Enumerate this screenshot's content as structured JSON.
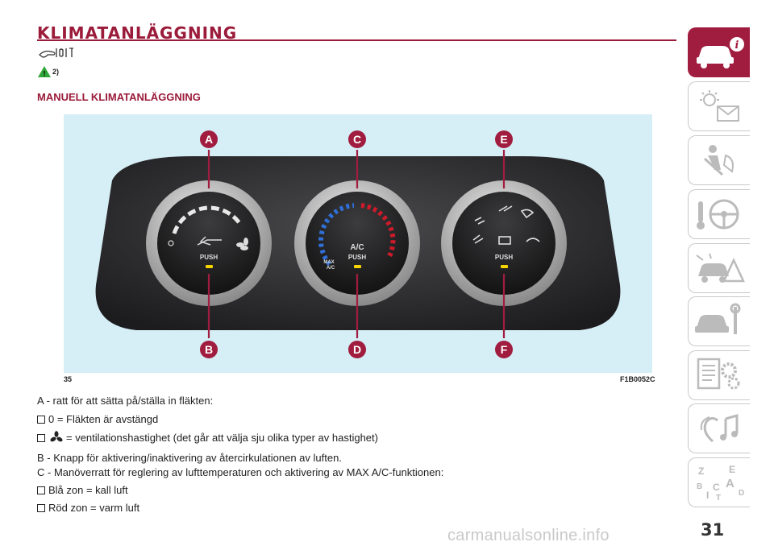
{
  "header": {
    "title": "KLIMATANLÄGGNING",
    "note_ref": "2)"
  },
  "section": {
    "subtitle": "MANUELL KLIMATANLÄGGNING"
  },
  "figure": {
    "number": "35",
    "code": "F1B0052C",
    "knob_a_label": "PUSH",
    "knob_c_label": "A/C",
    "knob_c_push": "PUSH",
    "knob_c_max_line1": "MAX",
    "knob_c_max_line2": "A/C",
    "knob_e_label": "PUSH",
    "callouts": [
      "A",
      "C",
      "E",
      "B",
      "D",
      "F"
    ]
  },
  "descriptions": {
    "line1": "A - ratt för att sätta på/ställa in fläkten:",
    "bullet1": "0 = Fläkten är avstängd",
    "bullet2": "= ventilationshastighet (det går att välja sju olika typer av hastighet)",
    "line2": "B - Knapp för aktivering/inaktivering av återcirkulationen av luften.",
    "line3": "C - Manöverratt för reglering av lufttemperaturen och aktivering av MAX A/C-funktionen:",
    "bullet3": "Blå zon = kall luft",
    "bullet4": "Röd zon = varm luft"
  },
  "sidebar": {
    "tabs": [
      {
        "icon": "car-info-icon",
        "active": true
      },
      {
        "icon": "warning-lights-icon",
        "active": false
      },
      {
        "icon": "seat-safety-icon",
        "active": false
      },
      {
        "icon": "steering-wheel-icon",
        "active": false
      },
      {
        "icon": "car-crash-icon",
        "active": false
      },
      {
        "icon": "car-service-icon",
        "active": false
      },
      {
        "icon": "technical-data-icon",
        "active": false
      },
      {
        "icon": "multimedia-icon",
        "active": false
      },
      {
        "icon": "index-icon",
        "active": false,
        "letters": [
          "Z",
          "E",
          "B",
          "A",
          "C",
          "T",
          "D",
          "I"
        ]
      }
    ]
  },
  "footer": {
    "page_number": "31",
    "watermark": "carmanualsonline.info"
  },
  "colors": {
    "brand": "#9b1b3a",
    "figure_bg": "#d6eef6",
    "callout": "#a11d3f",
    "cold": "#2f6fd8",
    "hot": "#d01a2a"
  }
}
